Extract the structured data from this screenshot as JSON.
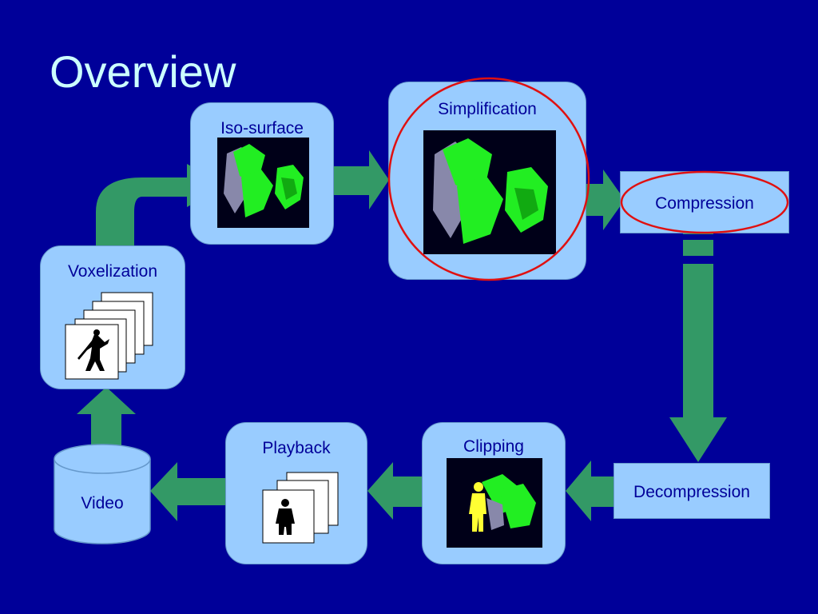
{
  "slide": {
    "title": "Overview"
  },
  "diagram": {
    "nodes": {
      "iso_surface": "Iso-surface",
      "simplification": "Simplification",
      "compression": "Compression",
      "voxelization": "Voxelization",
      "decompression": "Decompression",
      "clipping": "Clipping",
      "playback": "Playback",
      "video": "Video"
    },
    "highlight": [
      "Simplification",
      "Compression"
    ]
  },
  "colors": {
    "background": "#000099",
    "title": "#ccffff",
    "box_fill": "#99ccff",
    "label": "#000099",
    "arrow": "#339966",
    "highlight": "#e01010",
    "mesh_green": "#22ee22",
    "mesh_gray": "#8888aa"
  }
}
